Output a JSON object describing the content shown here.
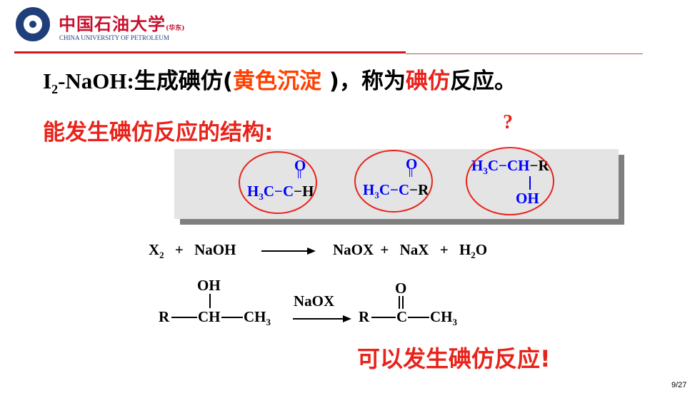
{
  "header": {
    "university_cn": "中国石油大学",
    "university_branch": "(华东)",
    "university_en": "CHINA UNIVERSITY OF PETROLEUM"
  },
  "line1": {
    "reagent_main": "I",
    "reagent_sub": "2",
    "reagent_rest": "-NaOH:",
    "text_a": "生成碘仿(",
    "highlight_a": "黄色沉淀",
    "text_b": " )，称为",
    "highlight_b": "碘仿",
    "text_c": "反应。"
  },
  "line2": {
    "text": "能发生碘仿反应的结构:",
    "question": "?"
  },
  "structures": {
    "s1": {
      "o": "O",
      "dbl": "||",
      "h3c": "H",
      "h3c_sub": "3",
      "chain": "C−C",
      "tail": "H"
    },
    "s2": {
      "o": "O",
      "dbl": "||",
      "h3c": "H",
      "h3c_sub": "3",
      "chain": "C−C",
      "tail": "R"
    },
    "s3": {
      "h3c": "H",
      "h3c_sub": "3",
      "chain": "C−CH",
      "tail": "R",
      "oh": "OH"
    }
  },
  "reaction1": {
    "x": "X",
    "x_sub": "2",
    "plus1": "+",
    "naoh": "NaOH",
    "p1": "NaOX",
    "plus2": "+",
    "p2": "NaX",
    "plus3": "+",
    "h2o_h": "H",
    "h2o_sub": "2",
    "h2o_o": "O"
  },
  "reaction2": {
    "oh": "OH",
    "r1": "R",
    "ch": "CH",
    "ch3": "CH",
    "ch3_sub": "3",
    "reagent": "NaOX",
    "o": "O",
    "r2": "R",
    "c": "C",
    "ch3b": "CH",
    "ch3b_sub": "3"
  },
  "conclusion": "可以发生碘仿反应!",
  "page_number": "9/27",
  "colors": {
    "accent_red": "#e8231b",
    "structure_blue": "#0000ff",
    "university_blue": "#1f3f7a"
  }
}
